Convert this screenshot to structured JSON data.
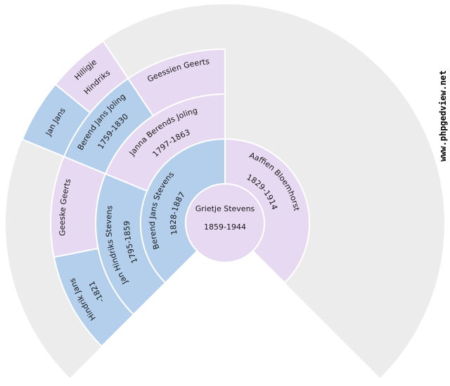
{
  "watermark": "www.phpgedview.net",
  "colors": {
    "male": "#b3cfec",
    "female": "#e8d9f2",
    "unknown": "#ececec",
    "background": "#ffffff",
    "label_text": "#161616"
  },
  "chart": {
    "type": "genealogy-fan-chart",
    "generations_shown": 5,
    "fan_degrees": 270
  },
  "persons": {
    "proband": {
      "name": "Grietje Stevens",
      "dates": "1859-1944",
      "sex": "F",
      "generation": 1
    },
    "father": {
      "name": "Berend Jans Stevens",
      "dates": "1828-1887",
      "sex": "M",
      "generation": 2
    },
    "mother": {
      "name": "Aaffien Bloemhorst",
      "dates": "1829-1914",
      "sex": "F",
      "generation": 2
    },
    "paternal_grandfather": {
      "name": "Jan Hindriks Stevens",
      "dates": "1795-1859",
      "sex": "M",
      "generation": 3
    },
    "paternal_grandmother": {
      "name": "Janna Berends Joling",
      "dates": "1797-1863",
      "sex": "F",
      "generation": 3
    },
    "great_grandfather_1": {
      "name": "Hindrik Jans",
      "dates": "-1821",
      "sex": "M",
      "generation": 4
    },
    "great_grandmother_1": {
      "name": "Geeske Geerts",
      "dates": "",
      "sex": "F",
      "generation": 4
    },
    "great_grandfather_2": {
      "name": "Berend Jans Joling",
      "dates": "1759-1830",
      "sex": "M",
      "generation": 4
    },
    "great_grandmother_2": {
      "name": "Geessien Geerts",
      "dates": "",
      "sex": "F",
      "generation": 4
    },
    "gg_grandfather": {
      "name": "Jan Jans",
      "dates": "",
      "sex": "M",
      "generation": 5
    },
    "gg_grandmother": {
      "name": "Hilligje Hindriks",
      "name_line1": "Hilligje",
      "name_line2": "Hindriks",
      "sex": "F",
      "generation": 5
    }
  }
}
